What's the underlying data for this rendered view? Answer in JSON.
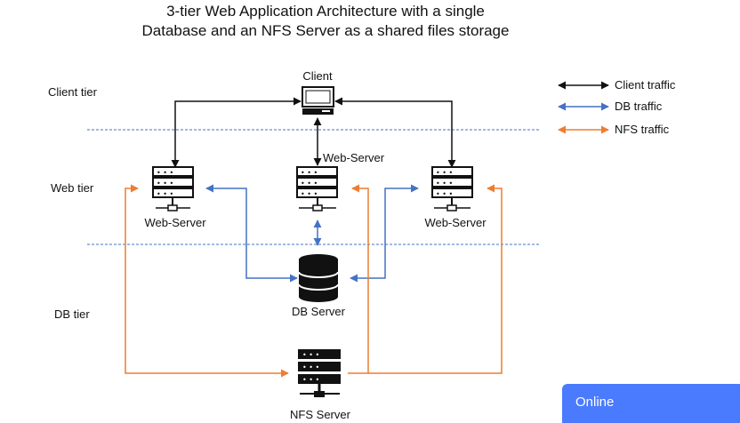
{
  "title": {
    "line1": "3-tier Web Application Architecture with a single",
    "line2": "Database and an NFS  Server as a shared files storage"
  },
  "tiers": {
    "client": "Client tier",
    "web": "Web tier",
    "db": "DB tier"
  },
  "nodes": {
    "client": "Client",
    "web_left": "Web-Server",
    "web_center": "Web-Server",
    "web_right": "Web-Server",
    "db": "DB Server",
    "nfs": "NFS Server"
  },
  "legend": {
    "client_traffic": "Client traffic",
    "db_traffic": "DB traffic",
    "nfs_traffic": "NFS traffic"
  },
  "colors": {
    "client_traffic": "#111111",
    "db_traffic": "#4472c4",
    "nfs_traffic": "#ed7d31",
    "tier_divider": "#4472c4",
    "online_chip": "#4a7bff"
  },
  "status": {
    "online": "Online"
  }
}
